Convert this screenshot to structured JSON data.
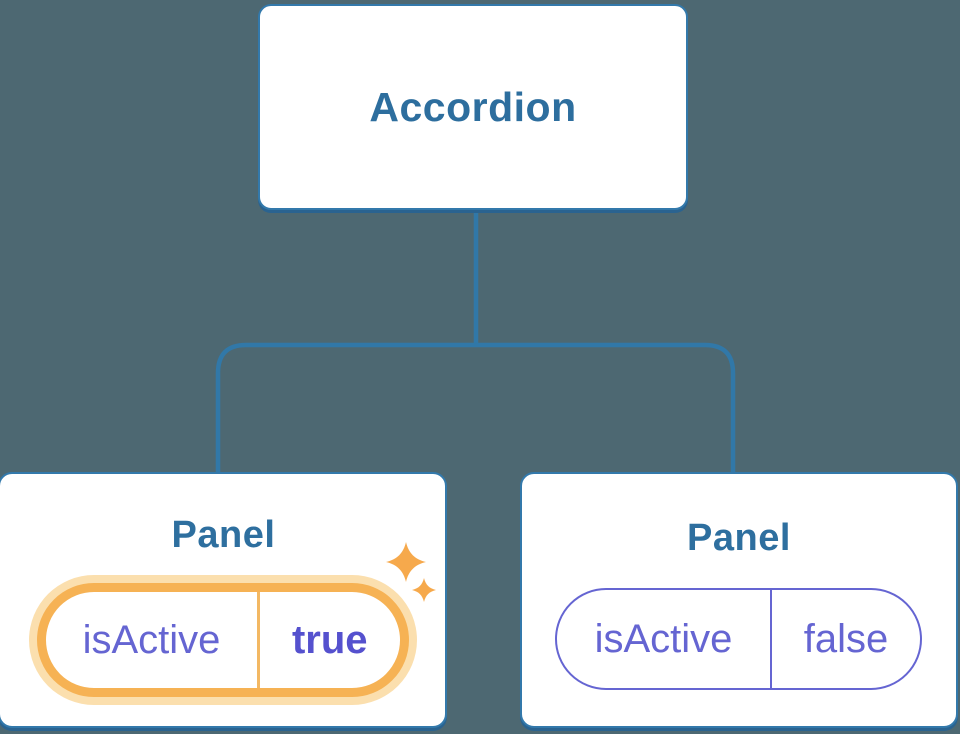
{
  "tree": {
    "root": {
      "label": "Accordion"
    },
    "panels": [
      {
        "title": "Panel",
        "state_key": "isActive",
        "state_value": "true",
        "highlighted": true
      },
      {
        "title": "Panel",
        "state_key": "isActive",
        "state_value": "false",
        "highlighted": false
      }
    ]
  },
  "icons": {
    "sparkle_large": "sparkle-icon",
    "sparkle_small": "sparkle-icon"
  },
  "colors": {
    "background": "#4D6872",
    "node_fill": "#FFFFFF",
    "node_border_blue": "#3379AB",
    "node_shadow_blue": "#2A6390",
    "node_text_blue": "#2D6E9E",
    "connector_blue": "#3178A8",
    "state_purple": "#6565D2",
    "state_value_bold_purple": "#5551CE",
    "highlight_orange": "#F6B254",
    "highlight_halo": "#FBDFAE",
    "sparkle_orange": "#F6A94C"
  }
}
